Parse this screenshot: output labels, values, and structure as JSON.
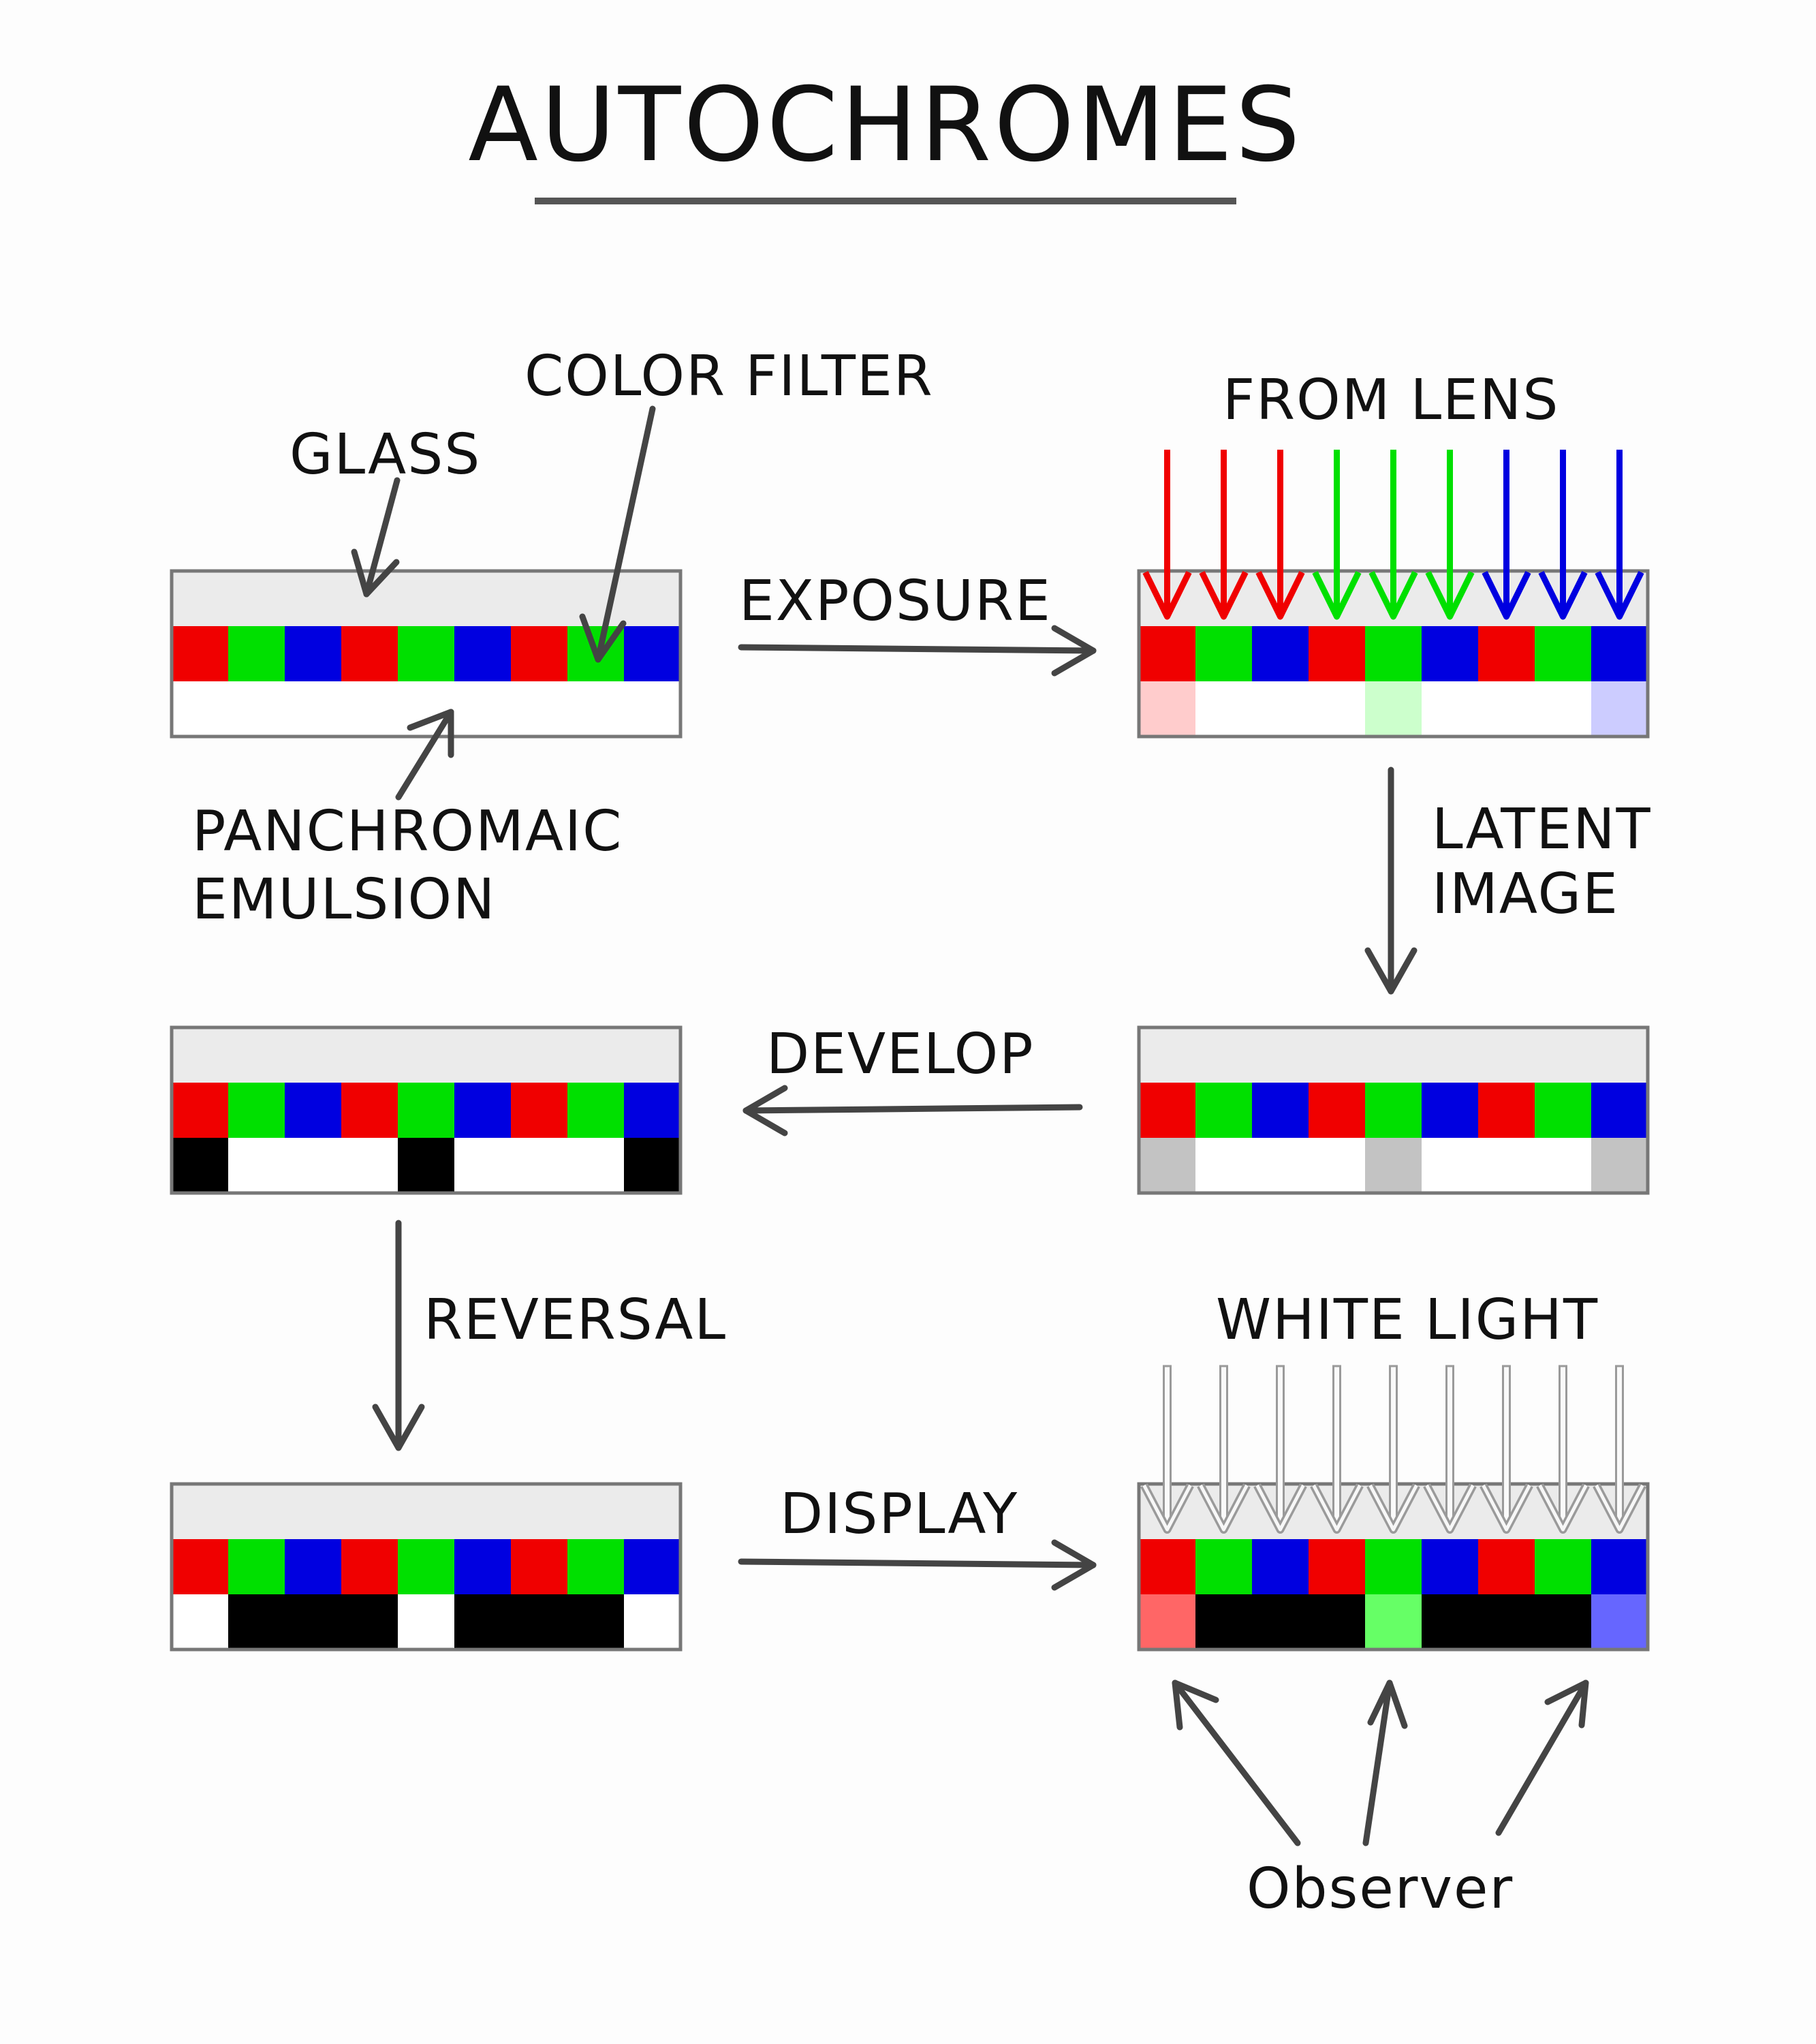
{
  "title": "AUTOCHROMES",
  "labels": {
    "color_filter": "COLOR FILTER",
    "glass": "GLASS",
    "panchromatic_line1": "PANCHROMAIC",
    "panchromatic_line2": "EMULSION",
    "exposure": "EXPOSURE",
    "from_lens": "FROM LENS",
    "latent_line1": "LATENT",
    "latent_line2": "IMAGE",
    "develop": "DEVELOP",
    "reversal": "REVERSAL",
    "display": "DISPLAY",
    "white_light": "WHITE LIGHT",
    "observer": "Observer"
  },
  "colors": {
    "red": "#f00000",
    "green": "#00e000",
    "blue": "#0000e0",
    "glass": "#ebebeb",
    "outline": "#777777",
    "arrow": "#444444",
    "black": "#000000",
    "gray": "#c3c3c3",
    "light_red": "#ffcccc",
    "light_green": "#ccffcc",
    "light_blue": "#ccccff",
    "mid_red": "#ff6666",
    "mid_green": "#66ff66",
    "mid_blue": "#6666ff"
  },
  "filter_sequence": [
    "red",
    "green",
    "blue",
    "red",
    "green",
    "blue",
    "red",
    "green",
    "blue"
  ],
  "plates": {
    "initial": {
      "emulsion": [
        "white",
        "white",
        "white",
        "white",
        "white",
        "white",
        "white",
        "white",
        "white"
      ]
    },
    "exposed": {
      "emulsion": [
        "light_red",
        "white",
        "white",
        "white",
        "light_green",
        "white",
        "white",
        "white",
        "light_blue"
      ]
    },
    "latent": {
      "emulsion": [
        "gray",
        "white",
        "white",
        "white",
        "gray",
        "white",
        "white",
        "white",
        "gray"
      ]
    },
    "developed": {
      "emulsion": [
        "black",
        "white",
        "white",
        "white",
        "black",
        "white",
        "white",
        "white",
        "black"
      ]
    },
    "reversed": {
      "emulsion": [
        "white",
        "black",
        "black",
        "black",
        "white",
        "black",
        "black",
        "black",
        "white"
      ]
    },
    "displayed": {
      "emulsion": [
        "mid_red",
        "black",
        "black",
        "black",
        "mid_green",
        "black",
        "black",
        "black",
        "mid_blue"
      ]
    }
  },
  "lens_rays": [
    "red",
    "red",
    "red",
    "green",
    "green",
    "green",
    "blue",
    "blue",
    "blue"
  ]
}
